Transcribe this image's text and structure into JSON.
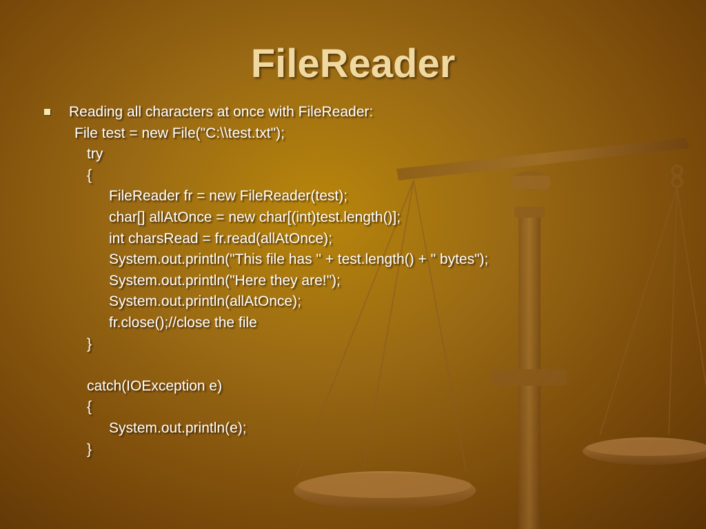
{
  "slide": {
    "title": "FileReader",
    "lines": [
      {
        "indent": 0,
        "text": "Reading all characters at once with FileReader:"
      },
      {
        "indent": 1,
        "text": "File test = new File(\"C:\\\\test.txt\");"
      },
      {
        "indent": 2,
        "text": "try"
      },
      {
        "indent": 2,
        "text": "{"
      },
      {
        "indent": 3,
        "text": "FileReader fr = new FileReader(test);"
      },
      {
        "indent": 3,
        "text": "char[] allAtOnce = new char[(int)test.length()];"
      },
      {
        "indent": 3,
        "text": "int charsRead = fr.read(allAtOnce);"
      },
      {
        "indent": 3,
        "text": "System.out.println(\"This file has \" + test.length() + \" bytes\");"
      },
      {
        "indent": 3,
        "text": "System.out.println(\"Here they are!\");"
      },
      {
        "indent": 3,
        "text": "System.out.println(allAtOnce);"
      },
      {
        "indent": 3,
        "text": "fr.close();//close the file"
      },
      {
        "indent": 2,
        "text": "}"
      },
      {
        "indent": 2,
        "text": ""
      },
      {
        "indent": 2,
        "text": "catch(IOException e)"
      },
      {
        "indent": 2,
        "text": "{"
      },
      {
        "indent": 3,
        "text": "System.out.println(e);"
      },
      {
        "indent": 2,
        "text": "}"
      }
    ]
  },
  "colors": {
    "title": "#f0d9a0",
    "body_text": "#ffffff",
    "bullet": "#f3e9b0",
    "background": "#9a6a14"
  },
  "decor": {
    "background_image": "scales-of-justice"
  }
}
